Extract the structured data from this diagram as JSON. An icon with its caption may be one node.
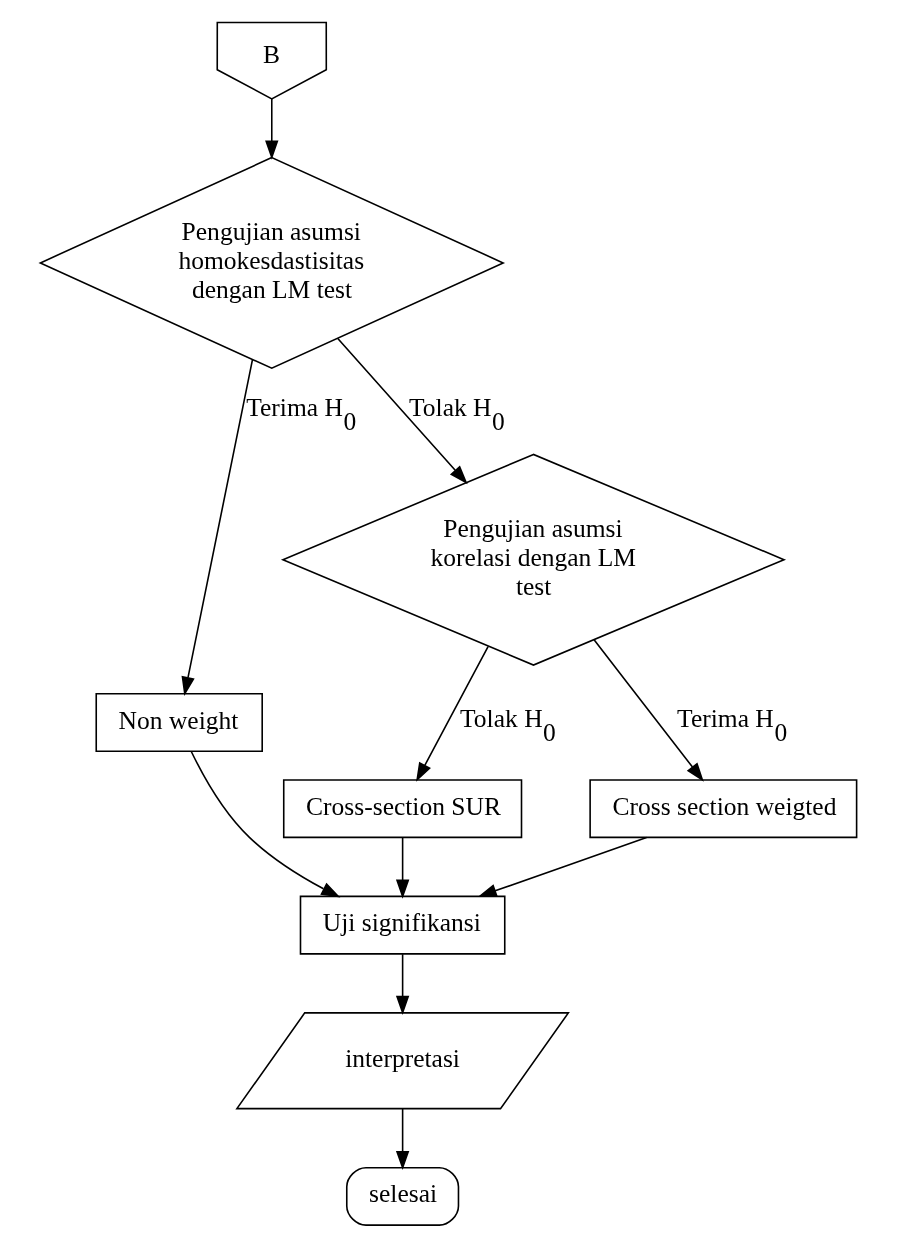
{
  "diagram": {
    "nodes": [
      {
        "text": [
          "B"
        ]
      },
      {
        "text": [
          "Pengujian asumsi homokesdastisitas dengan LM test"
        ]
      },
      {
        "text": [
          "Pengujian asumsi korelasi dengan LM test"
        ]
      },
      {
        "text": [
          "Non weight"
        ]
      },
      {
        "text": [
          "Cross-section SUR"
        ]
      },
      {
        "text": [
          "Cross section weigted"
        ]
      },
      {
        "text": [
          "Uji signifikansi"
        ]
      },
      {
        "text": [
          "interpretasi"
        ]
      },
      {
        "text": [
          "selesai"
        ]
      }
    ],
    "edges": [
      {
        "from": 0,
        "to": 1,
        "arrow": "to"
      },
      {
        "from": 1,
        "to": 2,
        "arrow": "to",
        "label": "Tolak H$_{0}$"
      },
      {
        "from": 1,
        "to": 3,
        "arrow": "to",
        "label": "Terima H$_{0}$"
      },
      {
        "from": 2,
        "to": 4,
        "arrow": "to",
        "label": "Tolak H$_{0}$"
      },
      {
        "from": 2,
        "to": 5,
        "arrow": "to",
        "label": "Terima H$_{0}$"
      },
      {
        "from": 3,
        "to": 6,
        "arrow": "to"
      },
      {
        "from": 4,
        "to": 6,
        "arrow": "to"
      },
      {
        "from": 5,
        "to": 6,
        "arrow": "to"
      },
      {
        "from": 6,
        "to": 7,
        "arrow": "to"
      },
      {
        "from": 7,
        "to": 8,
        "arrow": "to"
      }
    ]
  }
}
